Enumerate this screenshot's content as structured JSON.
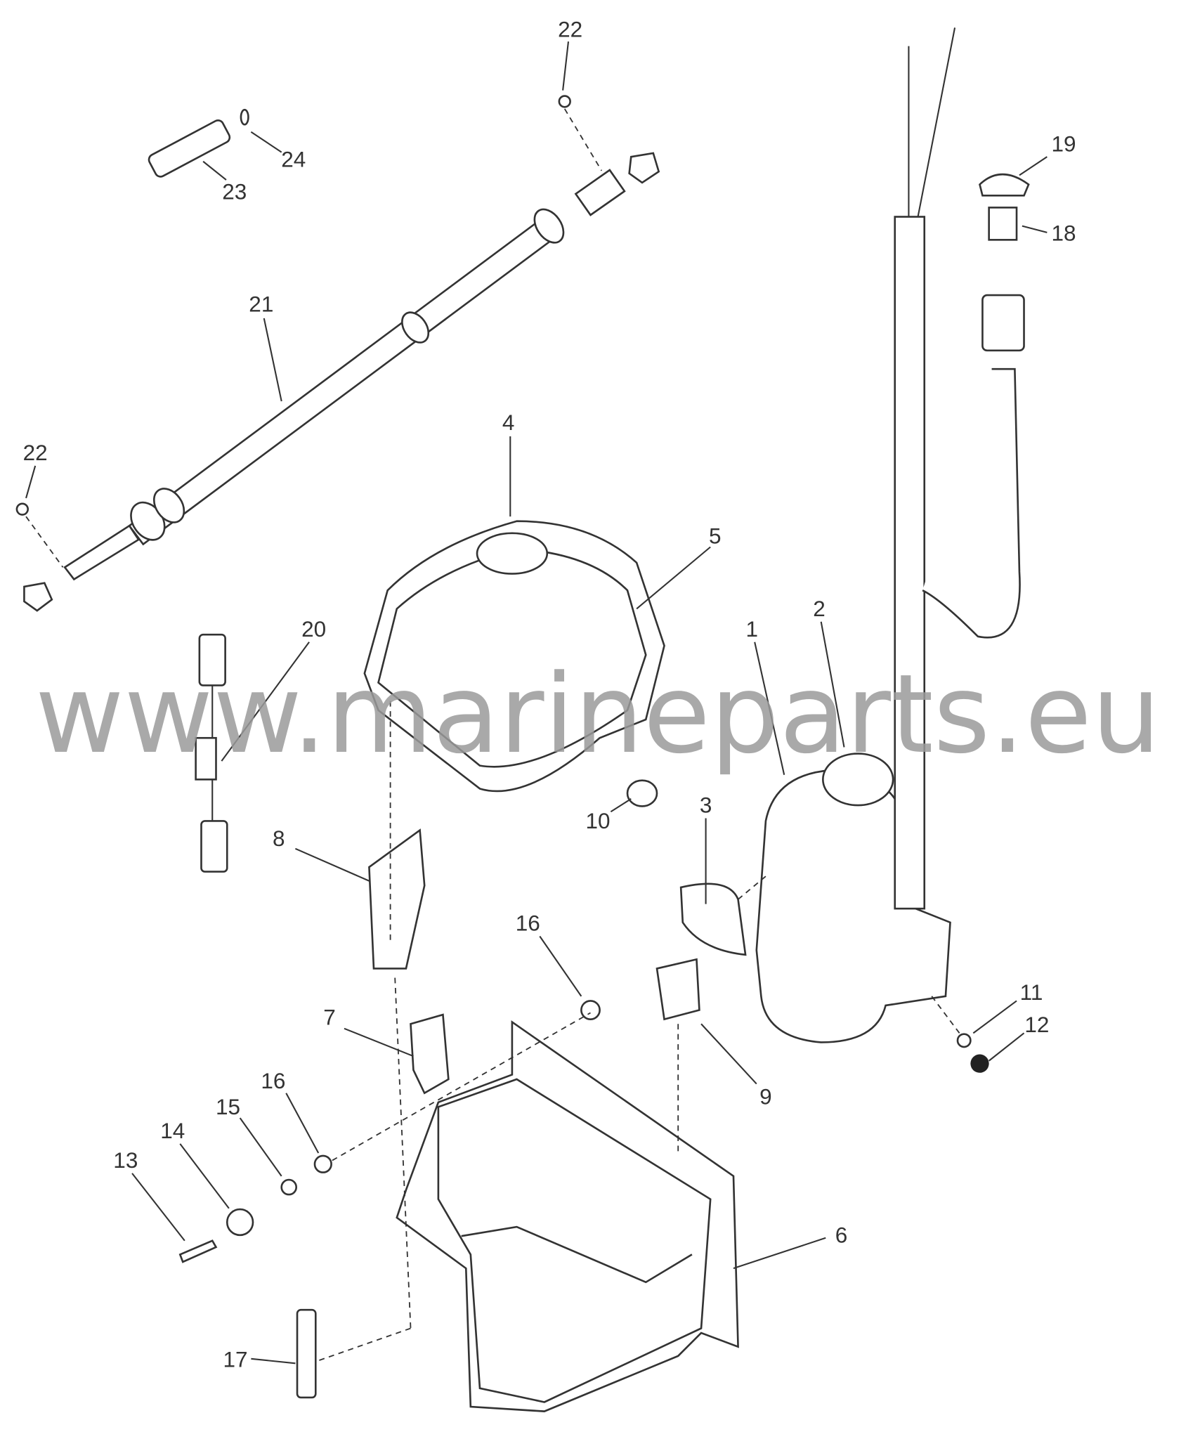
{
  "watermark": "www.marineparts.eu",
  "callouts": {
    "c1": "1",
    "c2": "2",
    "c3": "3",
    "c4": "4",
    "c5": "5",
    "c6": "6",
    "c7": "7",
    "c8": "8",
    "c9": "9",
    "c10": "10",
    "c11": "11",
    "c12": "12",
    "c13": "13",
    "c14": "14",
    "c15": "15",
    "c16a": "16",
    "c16b": "16",
    "c17": "17",
    "c18": "18",
    "c19": "19",
    "c20": "20",
    "c21": "21",
    "c22a": "22",
    "c22b": "22",
    "c23": "23",
    "c24": "24"
  }
}
